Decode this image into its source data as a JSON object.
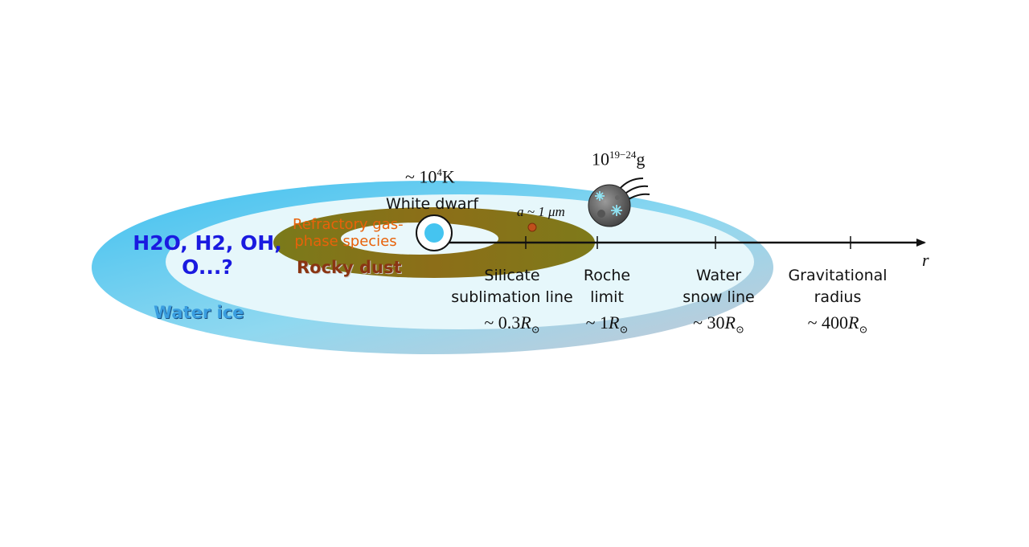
{
  "diagram": {
    "temperature": {
      "prefix": "~ 10",
      "exp": "4",
      "unit": "K"
    },
    "white_dwarf": "White dwarf",
    "mass": {
      "base": "10",
      "exp": "19−24",
      "unit": "g"
    },
    "grain_size": "a ~ 1 μm",
    "molecules": [
      "H2O, H2, OH,",
      "O...?"
    ],
    "refractory": [
      "Refractory gas-",
      "phase species"
    ],
    "rocky_dust": "Rocky dust",
    "water_ice": "Water ice",
    "axis_label": "r",
    "markers": [
      {
        "lines": [
          "Silicate",
          "sublimation line"
        ],
        "value": "~ 0.3",
        "unit": "R",
        "sun": "⊙"
      },
      {
        "lines": [
          "Roche",
          "limit"
        ],
        "value": "~ 1",
        "unit": "R",
        "sun": "⊙"
      },
      {
        "lines": [
          "Water",
          "snow line"
        ],
        "value": "~ 30",
        "unit": "R",
        "sun": "⊙"
      },
      {
        "lines": [
          "Gravitational",
          "radius"
        ],
        "value": "~ 400",
        "unit": "R",
        "sun": "⊙"
      }
    ],
    "colors": {
      "ice_ring": "#5cc8ee",
      "gas_disk": "#e6f7fb",
      "rocky_ring": "#8a7a1c",
      "molecules": "#1a1ae0",
      "refractory": "#e8620a",
      "rocky_text": "#8a3512",
      "ice_text": "#3a9ee0",
      "white_dwarf": "#45c4f0",
      "grain": "#c0501c"
    }
  }
}
